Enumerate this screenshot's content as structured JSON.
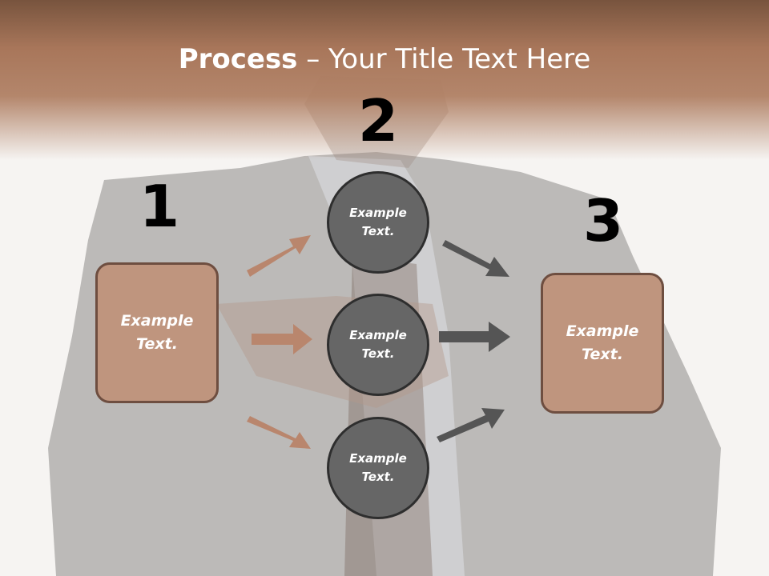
{
  "title": {
    "strong": "Process",
    "rest": " – Your Title Text Here"
  },
  "steps": {
    "one": "1",
    "two": "2",
    "three": "3"
  },
  "left_box": {
    "line1": "Example",
    "line2": "Text."
  },
  "right_box": {
    "line1": "Example",
    "line2": "Text."
  },
  "circles": [
    {
      "line1": "Example",
      "line2": "Text."
    },
    {
      "line1": "Example",
      "line2": "Text."
    },
    {
      "line1": "Example",
      "line2": "Text."
    }
  ],
  "colors": {
    "accent": "#bf957e",
    "accent_border": "#6e4e40",
    "circle": "#666666",
    "arrow_brown": "#b9866d",
    "arrow_gray": "#555555",
    "title_band": "#a8765a"
  }
}
